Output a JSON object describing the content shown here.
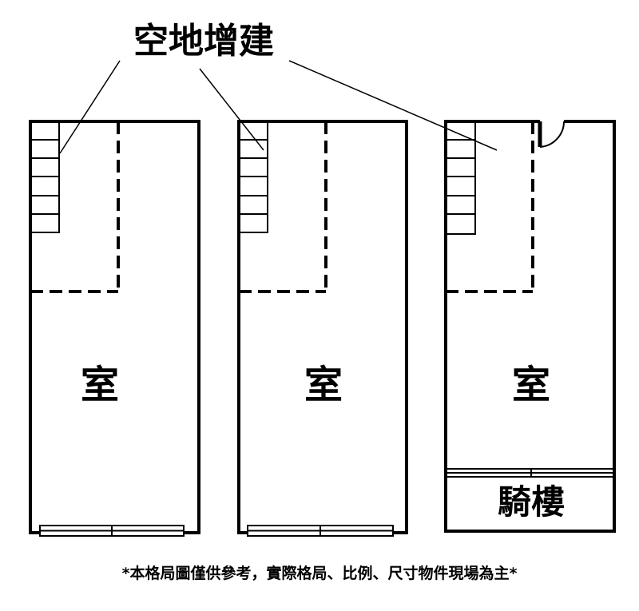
{
  "title": "空地增建",
  "units": [
    {
      "room_label": "室"
    },
    {
      "room_label": "室"
    },
    {
      "room_label": "室",
      "arcade_label": "騎樓"
    }
  ],
  "footnote": "*本格局圖僅供參考，實際格局、比例、尺寸物件現場為主*",
  "colors": {
    "line": "#000000",
    "background": "#ffffff"
  }
}
